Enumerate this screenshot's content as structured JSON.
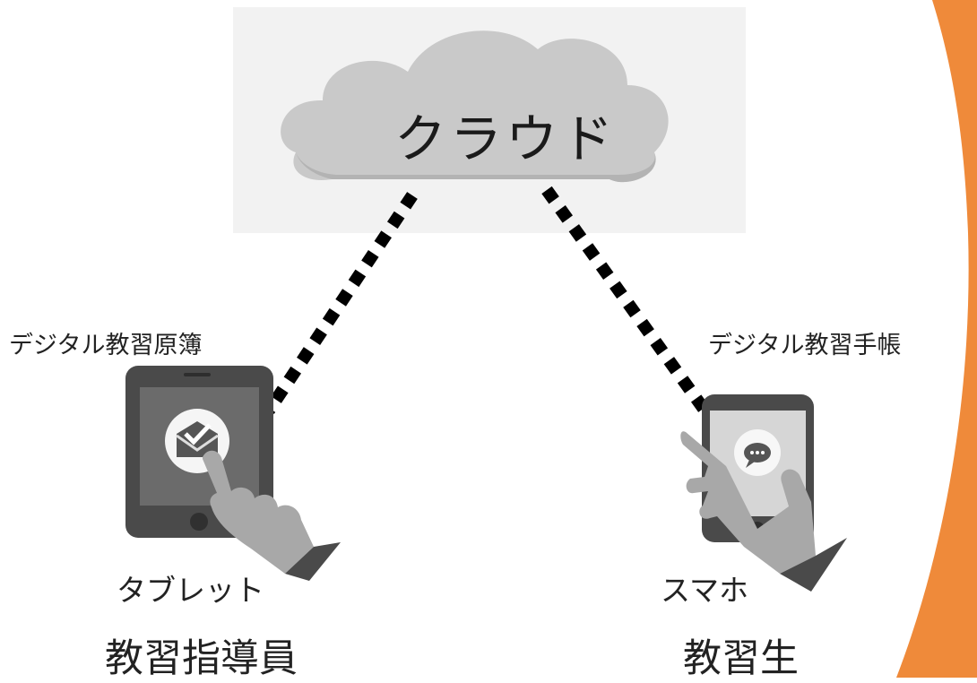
{
  "cloud": {
    "label": "クラウド"
  },
  "instructor": {
    "system_label": "デジタル教習原簿",
    "device_label": "タブレット",
    "role_label": "教習指導員"
  },
  "student": {
    "system_label": "デジタル教習手帳",
    "device_label": "スマホ",
    "role_label": "教習生"
  },
  "colors": {
    "accent": "#ef8a3a",
    "cloud": "#c9c9c9",
    "device": "#4a4a4a",
    "connector": "#000000"
  },
  "icons": [
    "cloud-icon",
    "tablet-icon",
    "mail-check-icon",
    "hand-pointer-icon",
    "smartphone-icon",
    "chat-bubble-icon",
    "hand-holding-icon"
  ]
}
